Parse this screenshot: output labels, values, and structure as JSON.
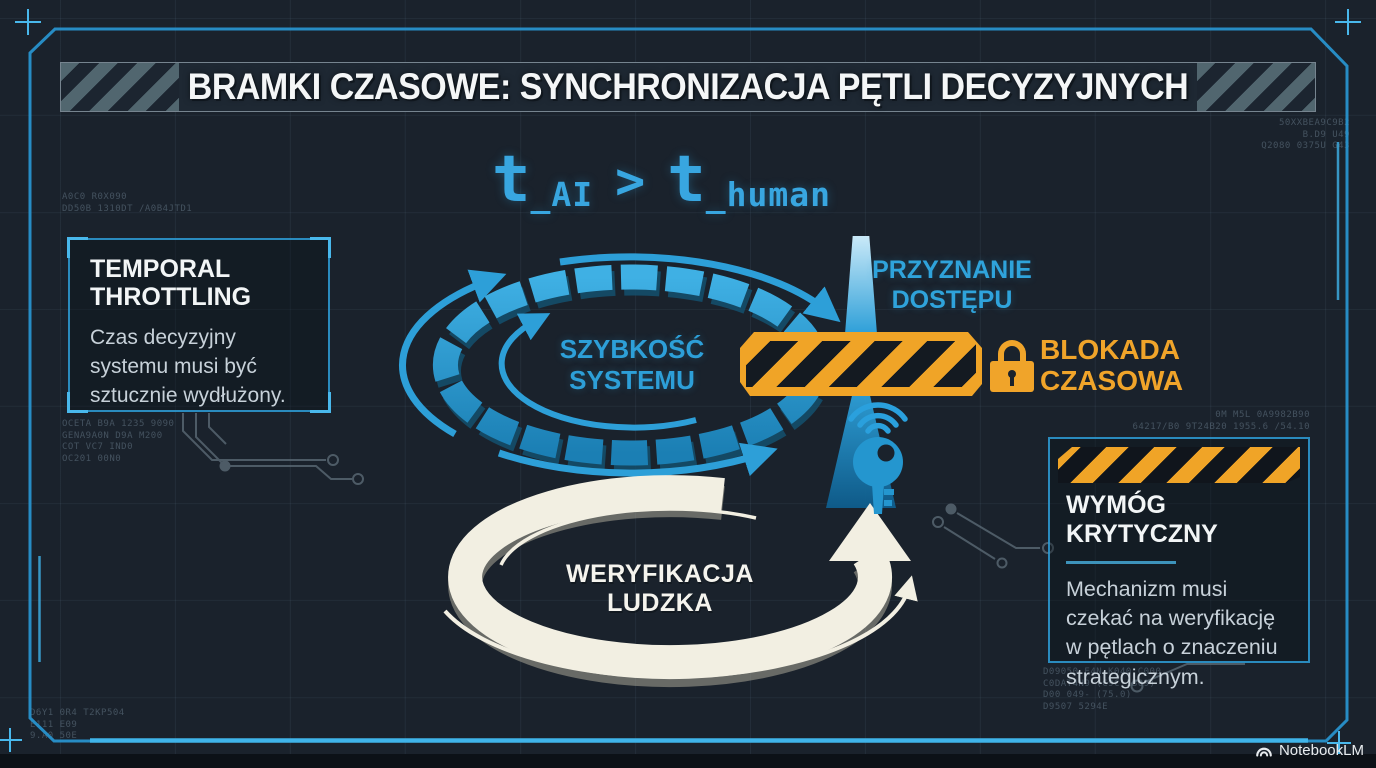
{
  "title": "BRAMKI CZASOWE: SYNCHRONIZACJA PĘTLI DECYZYJNYCH",
  "formula": {
    "t": "t",
    "sub_ai": "_AI",
    "gt": ">",
    "sub_human": "_human"
  },
  "left_box": {
    "heading": "TEMPORAL\nTHROTTLING",
    "body": "Czas decyzyjny\nsystemu musi być\nsztucznie wydłużony."
  },
  "system_loop_label": "SZYBKOŚĆ\nSYSTEMU",
  "access_label": "PRZYZNANIE\nDOSTĘPU",
  "blockade_label": "BLOKADA\nCZASOWA",
  "human_loop_label": "WERYFIKACJA LUDZKA",
  "right_box": {
    "heading": "WYMÓG KRYTYCZNY",
    "body": "Mechanizm musi\nczekać na weryfikację\nw pętlach o znaczeniu\nstrategicznym."
  },
  "watermark": "NotebookLM",
  "colors": {
    "accent_cyan": "#2f9fd9",
    "accent_orange": "#f0a427",
    "cream_loop": "#f2efe2",
    "background": "#1a222c"
  },
  "decor": {
    "top_left": "A0C0          R0X090\nDD50B   1310DT   /A0B4JTD1",
    "top_right": "50XXBEA9C9B2\nB.D9 U49\nQ2080   0375U G43",
    "mid_left": "OCETA B9A    1235 9090\nGENA9A0N     D9A  M200\nCOT VC7      IND0\nOC201 00N0",
    "mid_right": "0M M5L         0A9982B90\n64217/B0   9T24B20   1955.6 /54.10",
    "bottom_left": "D6Y1 0R4  T2KP504\nE111 E09\n9.A0           50E",
    "bottom_right": "D09050 E4N    K040 C000\nC0DAT4N9      (C9C 1B09)\nD00 049-      (75.0)\nD9507 5294E"
  }
}
